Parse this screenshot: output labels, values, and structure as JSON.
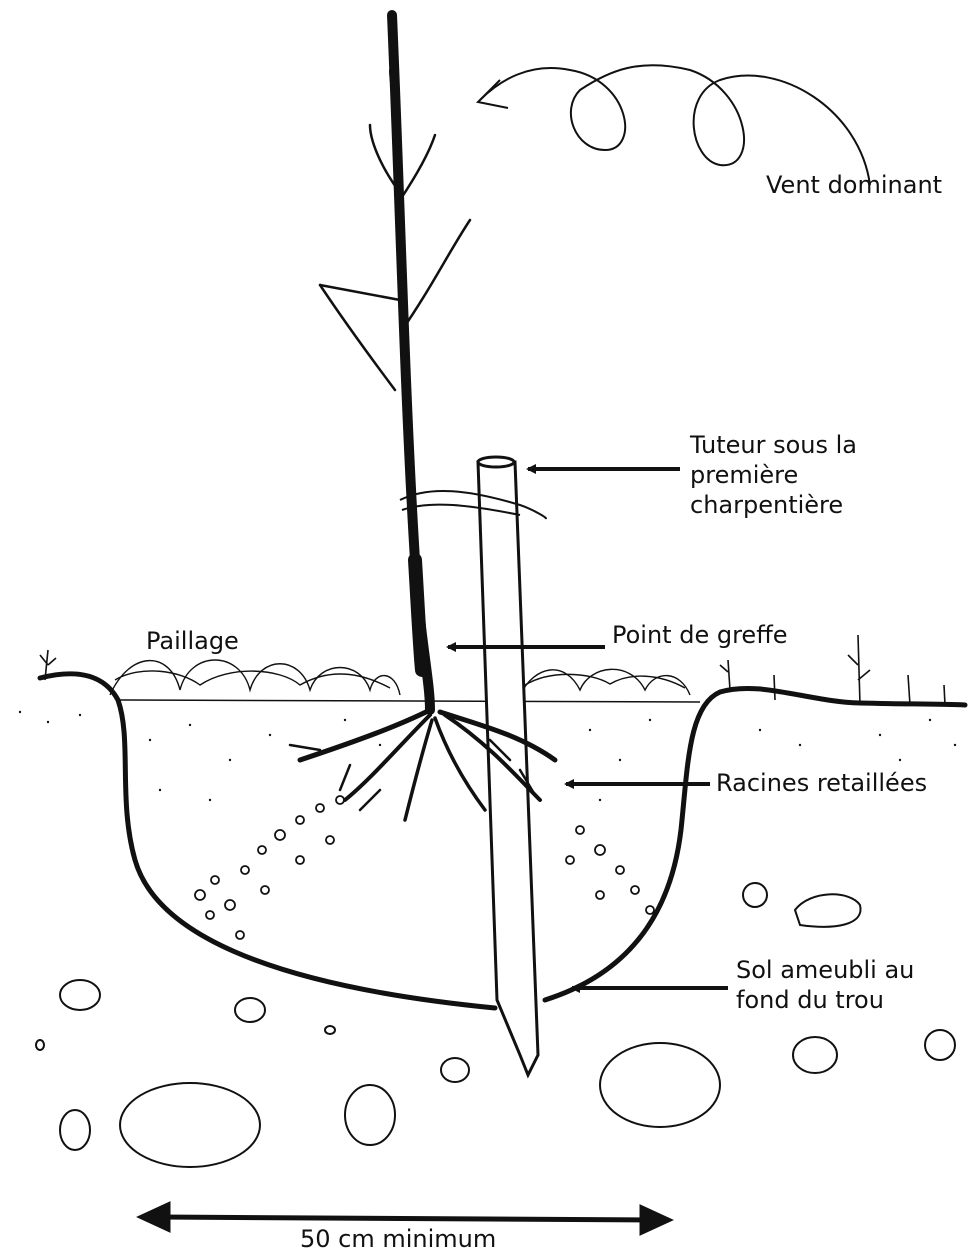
{
  "labels": {
    "wind": "Vent dominant",
    "stake": [
      "Tuteur sous la",
      "première",
      "charpentière"
    ],
    "mulch": "Paillage",
    "graft": "Point de greffe",
    "roots": "Racines retaillées",
    "soil": [
      "Sol ameubli au",
      "fond du trou"
    ],
    "width": "50 cm minimum"
  },
  "colors": {
    "ink": "#111111",
    "paper": "#ffffff"
  }
}
